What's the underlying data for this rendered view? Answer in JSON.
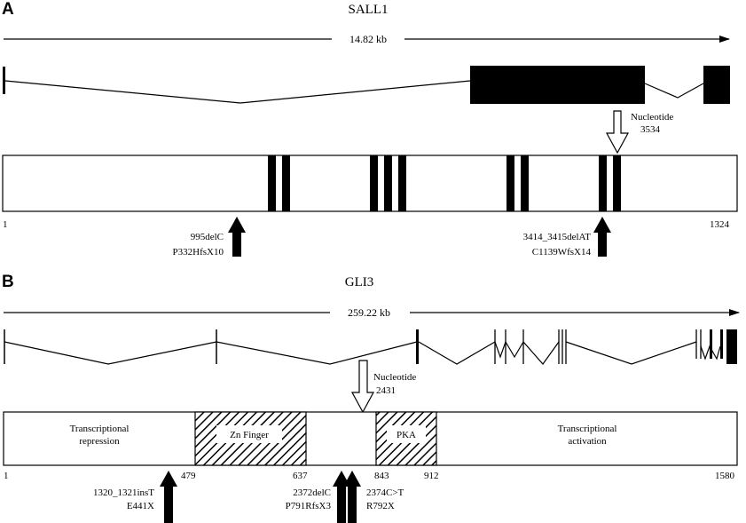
{
  "panel_a": {
    "letter": "A",
    "gene": "SALL1",
    "length": "14.82 kb",
    "nucleotide_label": "Nucleotide",
    "nucleotide_value": "3534",
    "protein_start": "1",
    "protein_end": "1324",
    "mutation1_line1": "995delC",
    "mutation1_line2": "P332HfsX10",
    "mutation2_line1": "3414_3415delAT",
    "mutation2_line2": "C1139WfsX14"
  },
  "panel_b": {
    "letter": "B",
    "gene": "GLI3",
    "length": "259.22 kb",
    "nucleotide_label": "Nucleotide",
    "nucleotide_value": "2431",
    "domain_repression_line1": "Transcriptional",
    "domain_repression_line2": "repression",
    "domain_zinc": "Zn Finger",
    "domain_pka": "PKA",
    "domain_activation_line1": "Transcriptional",
    "domain_activation_line2": "activation",
    "pos_start": "1",
    "pos_479": "479",
    "pos_637": "637",
    "pos_843": "843",
    "pos_912": "912",
    "pos_end": "1580",
    "mutation1_line1": "1320_1321insT",
    "mutation1_line2": "E441X",
    "mutation2_line1": "2372delC",
    "mutation2_line2": "P791RfsX3",
    "mutation3_line1": "2374C>T",
    "mutation3_line2": "R792X"
  }
}
